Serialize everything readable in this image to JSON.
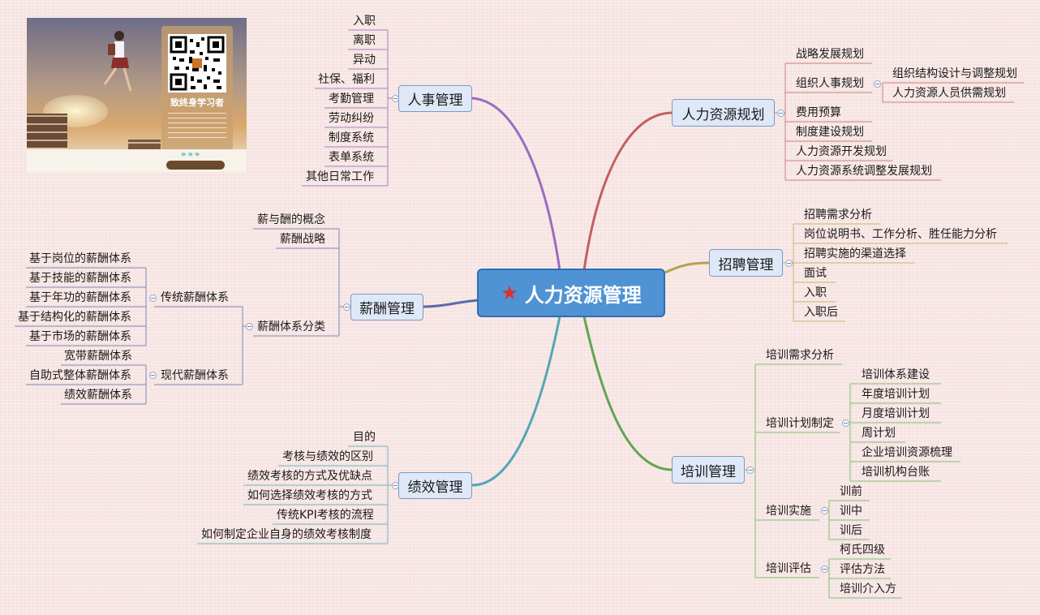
{
  "title": "人力资源管理",
  "promo": {
    "qr_name": "致终身学习者",
    "icon": "qr-code-icon"
  },
  "branches": [
    {
      "label": "人事管理",
      "items": [
        "入职",
        "离职",
        "异动",
        "社保、福利",
        "考勤管理",
        "劳动纠纷",
        "制度系统",
        "表单系统",
        "其他日常工作"
      ]
    },
    {
      "label": "薪酬管理",
      "items": [
        "薪与酬的概念",
        "薪酬战略",
        "薪酬体系分类",
        "传统薪酬体系",
        "基于岗位的薪酬体系",
        "基于技能的薪酬体系",
        "基于年功的薪酬体系",
        "基于结构化的薪酬体系",
        "基于市场的薪酬体系",
        "现代薪酬体系",
        "宽带薪酬体系",
        "自助式整体薪酬体系",
        "绩效薪酬体系"
      ]
    },
    {
      "label": "绩效管理",
      "items": [
        "目的",
        "考核与绩效的区别",
        "绩效考核的方式及优缺点",
        "如何选择绩效考核的方式",
        "传统KPI考核的流程",
        "如何制定企业自身的绩效考核制度"
      ]
    },
    {
      "label": "人力资源规划",
      "items": [
        "战略发展规划",
        "组织人事规划",
        "组织结构设计与调整规划",
        "人力资源人员供需规划",
        "费用预算",
        "制度建设规划",
        "人力资源开发规划",
        "人力资源系统调整发展规划"
      ]
    },
    {
      "label": "招聘管理",
      "items": [
        "招聘需求分析",
        "岗位说明书、工作分析、胜任能力分析",
        "招聘实施的渠道选择",
        "面试",
        "入职",
        "入职后"
      ]
    },
    {
      "label": "培训管理",
      "items": [
        "培训需求分析",
        "培训计划制定",
        "培训体系建设",
        "年度培训计划",
        "月度培训计划",
        "周计划",
        "企业培训资源梳理",
        "培训机构台账",
        "培训实施",
        "训前",
        "训中",
        "训后",
        "培训评估",
        "柯氏四级",
        "评估方法",
        "培训介入方"
      ]
    }
  ]
}
